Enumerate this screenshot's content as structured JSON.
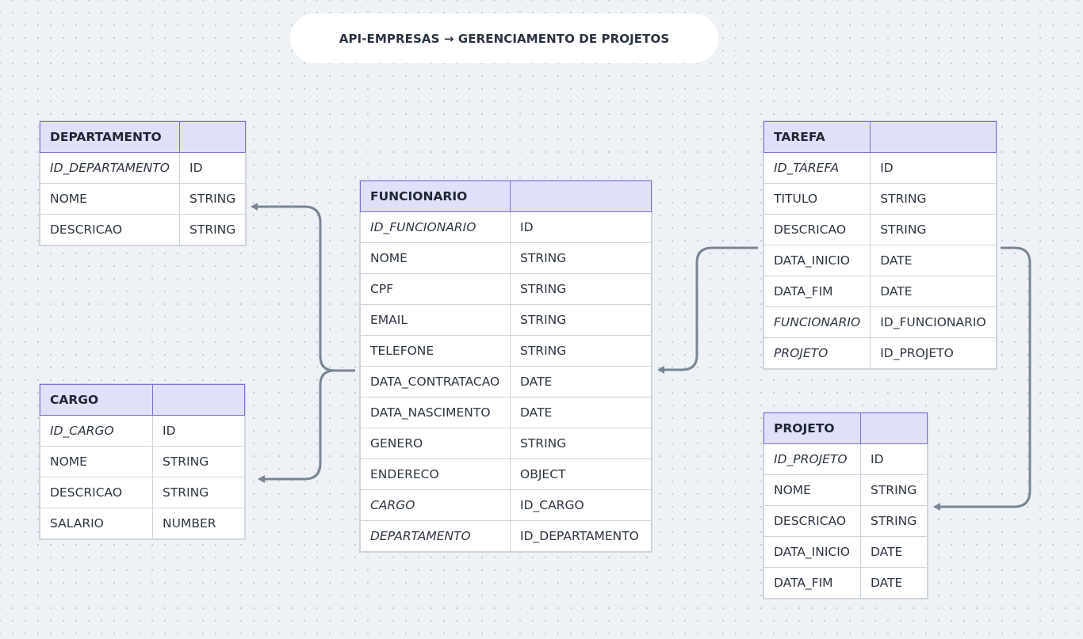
{
  "title": "API-EMPRESAS → GERENCIAMENTO DE PROJETOS",
  "colors": {
    "header_fill": "#e0e0fb",
    "header_border": "#7c6fd6",
    "connector": "#7a8594",
    "background": "#eef2f6"
  },
  "entities": {
    "departamento": {
      "name": "DEPARTAMENTO",
      "fields": [
        {
          "name": "ID_DEPARTAMENTO",
          "type": "ID"
        },
        {
          "name": "NOME",
          "type": "STRING"
        },
        {
          "name": "DESCRICAO",
          "type": "STRING"
        }
      ]
    },
    "cargo": {
      "name": "CARGO",
      "fields": [
        {
          "name": "ID_CARGO",
          "type": "ID"
        },
        {
          "name": "NOME",
          "type": "STRING"
        },
        {
          "name": "DESCRICAO",
          "type": "STRING"
        },
        {
          "name": "SALARIO",
          "type": "NUMBER"
        }
      ]
    },
    "funcionario": {
      "name": "FUNCIONARIO",
      "fields": [
        {
          "name": "ID_FUNCIONARIO",
          "type": "ID"
        },
        {
          "name": "NOME",
          "type": "STRING"
        },
        {
          "name": "CPF",
          "type": "STRING"
        },
        {
          "name": "EMAIL",
          "type": "STRING"
        },
        {
          "name": "TELEFONE",
          "type": "STRING"
        },
        {
          "name": "DATA_CONTRATACAO",
          "type": "DATE"
        },
        {
          "name": "DATA_NASCIMENTO",
          "type": "DATE"
        },
        {
          "name": "GENERO",
          "type": "STRING"
        },
        {
          "name": "ENDERECO",
          "type": "OBJECT"
        },
        {
          "name": "CARGO",
          "type": "ID_CARGO"
        },
        {
          "name": "DEPARTAMENTO",
          "type": "ID_DEPARTAMENTO"
        }
      ]
    },
    "tarefa": {
      "name": "TAREFA",
      "fields": [
        {
          "name": "ID_TAREFA",
          "type": "ID"
        },
        {
          "name": "TITULO",
          "type": "STRING"
        },
        {
          "name": "DESCRICAO",
          "type": "STRING"
        },
        {
          "name": "DATA_INICIO",
          "type": "DATE"
        },
        {
          "name": "DATA_FIM",
          "type": "DATE"
        },
        {
          "name": "FUNCIONARIO",
          "type": "ID_FUNCIONARIO"
        },
        {
          "name": "PROJETO",
          "type": "ID_PROJETO"
        }
      ]
    },
    "projeto": {
      "name": "PROJETO",
      "fields": [
        {
          "name": "ID_PROJETO",
          "type": "ID"
        },
        {
          "name": "NOME",
          "type": "STRING"
        },
        {
          "name": "DESCRICAO",
          "type": "STRING"
        },
        {
          "name": "DATA_INICIO",
          "type": "DATE"
        },
        {
          "name": "DATA_FIM",
          "type": "DATE"
        }
      ]
    }
  }
}
